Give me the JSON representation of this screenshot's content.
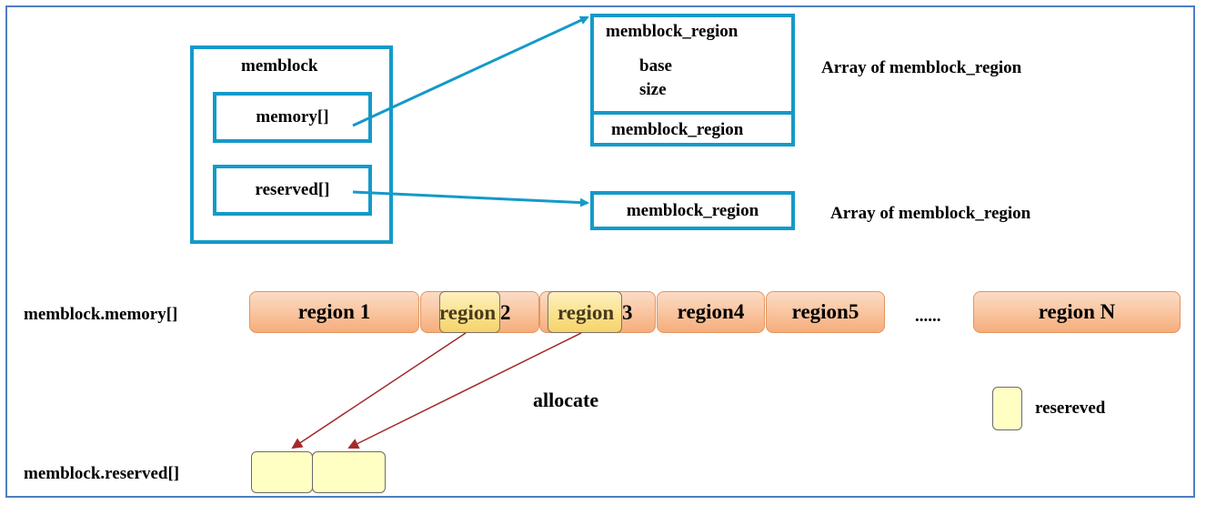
{
  "memblock": {
    "title": "memblock",
    "memory_label": "memory[]",
    "reserved_label": "reserved[]"
  },
  "array_top": {
    "header": "memblock_region",
    "base": "base",
    "size": "size",
    "second": "memblock_region",
    "caption": "Array of memblock_region"
  },
  "array_bottom": {
    "item": "memblock_region",
    "caption": "Array of memblock_region"
  },
  "memory_row": {
    "label": "memblock.memory[]",
    "regions": [
      "region 1",
      "region2",
      "region3",
      "region4",
      "region5",
      "region N"
    ],
    "region2_parts": [
      "region",
      "2"
    ],
    "region3_parts": [
      "region",
      "3"
    ],
    "ellipsis": "......"
  },
  "allocate_label": "allocate",
  "legend": {
    "reserved_label": "resereved"
  },
  "reserved_row": {
    "label": "memblock.reserved[]"
  },
  "colors": {
    "box_blue": "#139ac9",
    "region_orange": "#f9c39c",
    "reserved_yellow": "#fbe588",
    "arrow_red": "#a32a2a"
  }
}
